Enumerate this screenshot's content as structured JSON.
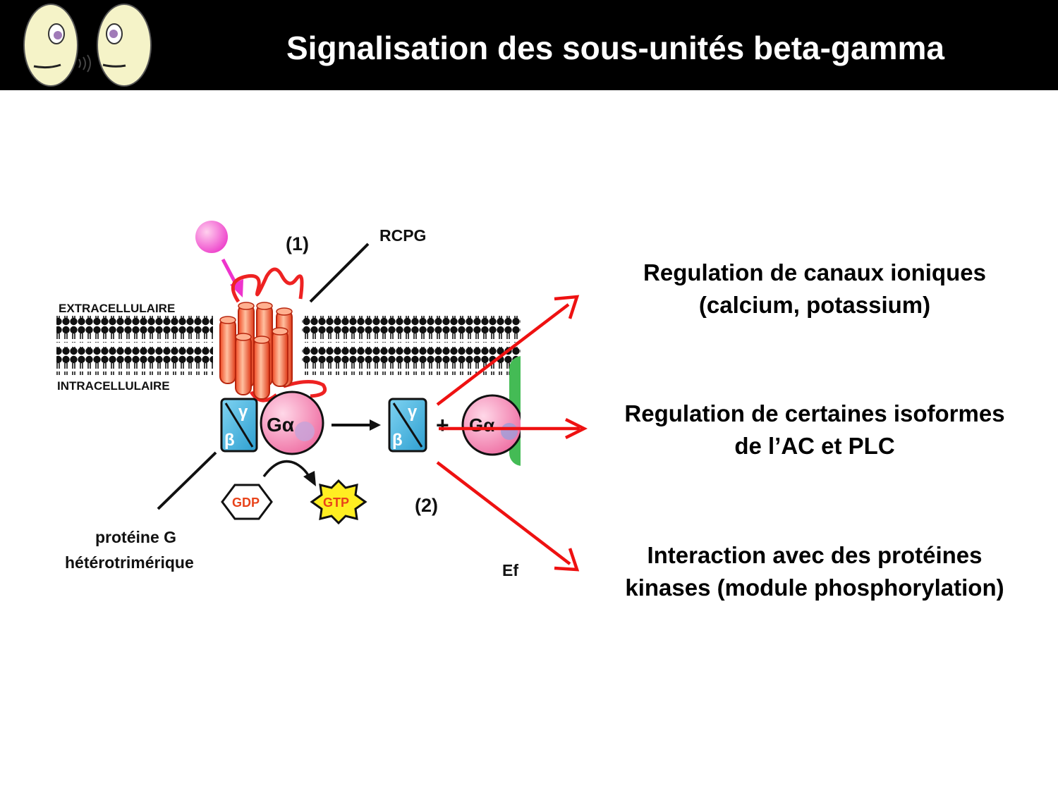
{
  "header": {
    "title": "Signalisation des sous-unités beta-gamma"
  },
  "diagram": {
    "label_step1": "(1)",
    "label_step2": "(2)",
    "label_receptor": "RCPG",
    "label_extracellular": "EXTRACELLULAIRE",
    "label_intracellular": "INTRACELLULAIRE",
    "label_gprotein_line1": "protéine G",
    "label_gprotein_line2": "hétérotrimérique",
    "label_gdp": "GDP",
    "label_gtp": "GTP",
    "label_galpha": "Gα",
    "label_galpha_cut": "Gα",
    "label_gamma": "γ",
    "label_beta": "β",
    "label_plus": "+",
    "label_effector_cut": "Ef"
  },
  "effects": {
    "ion_channels_line1": "Regulation de canaux ioniques",
    "ion_channels_line2": "(calcium, potassium)",
    "isoforms_line1": "Regulation de certaines isoformes",
    "isoforms_line2": "de l’AC et PLC",
    "kinases_line1": "Interaction avec des protéines",
    "kinases_line2": "kinases (module phosphorylation)"
  },
  "colors": {
    "header_bg": "#000000",
    "arrow_red": "#ee1111",
    "ligand_pink": "#ee44cc",
    "receptor_orange": "#f46a3c",
    "galpha_pink": "#f08ab0",
    "betagamma_blue": "#55bbe0",
    "gtp_yellow": "#ffee22",
    "effector_green": "#44bb55"
  }
}
